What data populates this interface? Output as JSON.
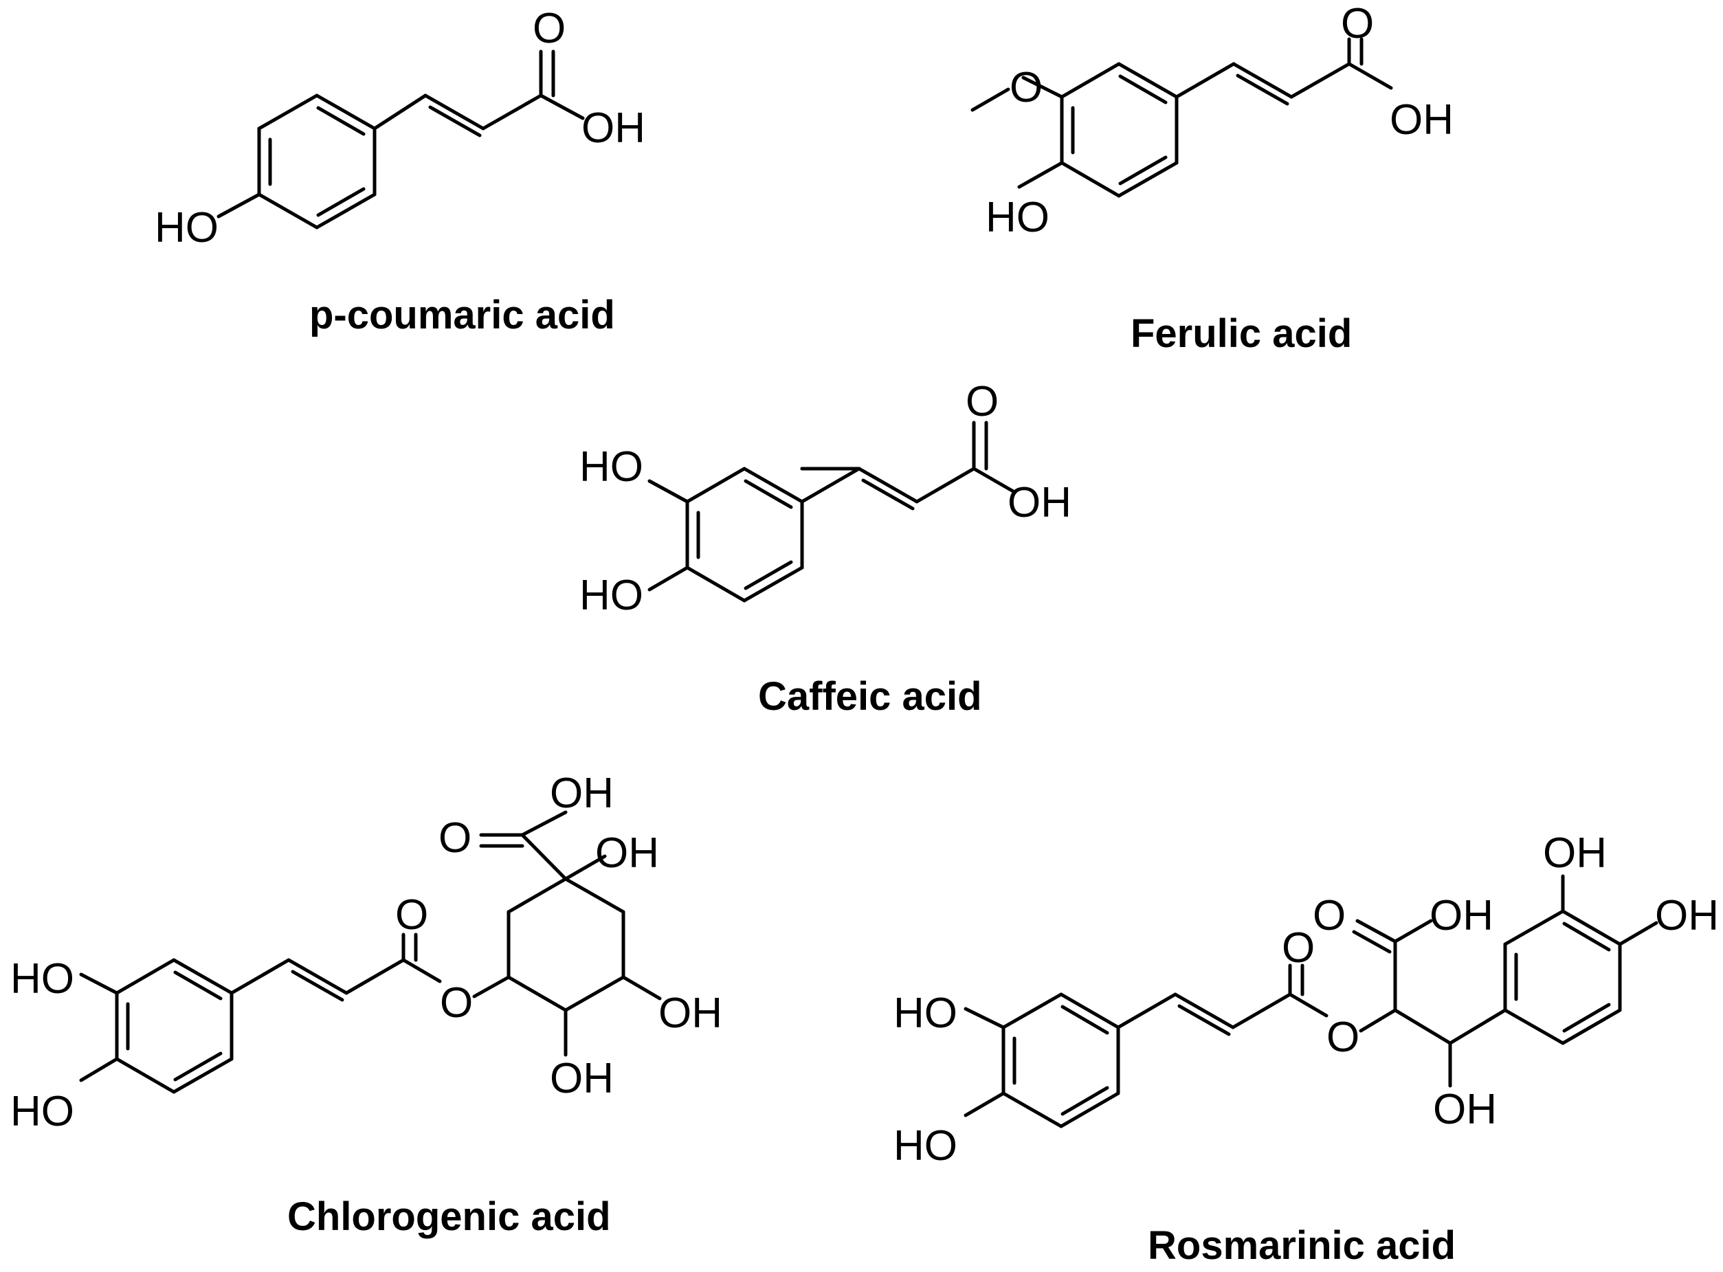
{
  "compounds": [
    {
      "name": "p-coumaric acid",
      "labels": {
        "carbonyl_o": "O",
        "acid_oh": "OH",
        "phenol_oh": "HO"
      }
    },
    {
      "name": "Ferulic acid",
      "labels": {
        "carbonyl_o": "O",
        "acid_oh": "OH",
        "phenol_oh": "HO",
        "methoxy_o": "O"
      }
    },
    {
      "name": "Caffeic acid",
      "labels": {
        "carbonyl_o": "O",
        "acid_oh": "OH",
        "phenol_oh_1": "HO",
        "phenol_oh_2": "HO"
      }
    },
    {
      "name": "Chlorogenic acid",
      "labels": {
        "phenol_oh_1": "HO",
        "phenol_oh_2": "HO",
        "ester_carbonyl_o": "O",
        "ester_o": "O",
        "acid_oh": "OH",
        "acid_carbonyl_o": "O",
        "quat_oh": "OH",
        "ring_oh_1": "OH",
        "ring_oh_2": "OH"
      }
    },
    {
      "name": "Rosmarinic acid",
      "labels": {
        "phenol_oh_1": "HO",
        "phenol_oh_2": "HO",
        "ester_carbonyl_o": "O",
        "ester_o": "O",
        "acid_carbonyl_o": "O",
        "acid_oh": "OH",
        "benzylic_oh": "OH",
        "phenol_oh_3": "OH",
        "phenol_oh_4": "OH"
      }
    }
  ]
}
